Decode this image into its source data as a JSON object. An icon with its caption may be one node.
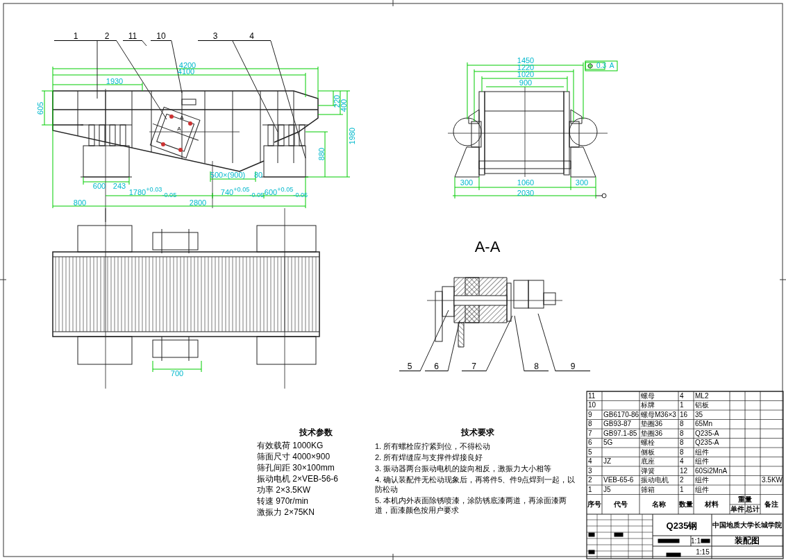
{
  "diagram": {
    "nodes": [
      {
        "text": [
          "1"
        ]
      },
      {
        "text": [
          "2"
        ]
      },
      {
        "text": [
          "11"
        ]
      },
      {
        "text": [
          "10"
        ]
      },
      {
        "text": [
          "3"
        ]
      },
      {
        "text": [
          "4"
        ]
      },
      {
        "text": [
          "5"
        ]
      },
      {
        "text": [
          "6"
        ]
      },
      {
        "text": [
          "7"
        ]
      },
      {
        "text": [
          "8"
        ]
      },
      {
        "text": [
          "9"
        ]
      }
    ],
    "edges": [
      {
        "from": 0,
        "to": null,
        "arrow": "none"
      },
      {
        "from": 1,
        "to": null,
        "arrow": "none"
      },
      {
        "from": 2,
        "to": null,
        "arrow": "none"
      },
      {
        "from": 3,
        "to": null,
        "arrow": "none"
      },
      {
        "from": 4,
        "to": null,
        "arrow": "none"
      },
      {
        "from": 5,
        "to": null,
        "arrow": "none"
      },
      {
        "from": 6,
        "to": null,
        "arrow": "none"
      },
      {
        "from": 7,
        "to": null,
        "arrow": "none"
      },
      {
        "from": 8,
        "to": null,
        "arrow": "none"
      },
      {
        "from": 9,
        "to": null,
        "arrow": "none"
      },
      {
        "from": 10,
        "to": null,
        "arrow": "none"
      }
    ],
    "labels": [
      "A",
      "A",
      "4200",
      "4100",
      "1930",
      "605",
      "220",
      "400",
      "1980",
      "880",
      "500×(900)",
      "80",
      "600",
      "243",
      "1780$^{+0.03}$$_{-0.05}$",
      "740$^{+0.05}$$_{-0.05}$",
      "600$^{+0.05}$$_{-0.05}$",
      "800",
      "2800",
      "1450",
      "1220",
      "1020",
      "900",
      "0.3",
      "A",
      "300",
      "1060",
      "300",
      "2030",
      "700",
      "A-A",
      "技术参数",
      "有效载荷 1000KG",
      "筛面尺寸 4000×900",
      "筛孔间距 30×100mm",
      "振动电机 2×VEB-56-6",
      "功率 2×3.5KW",
      "转速 970r/min",
      "激振力 2×75KN",
      "技术要求",
      "1. 所有螺栓应拧紧到位，不得松动",
      "2. 所有焊缝应与支撑件焊接良好",
      "3. 振动器两台振动电机的旋向相反，激振力大小相等",
      "4. 确认装配件无松动现象后，再将件5、件9点焊到一起，以防松动",
      "5. 本机内外表面除锈喷漆，涂防锈底漆两道，再涂面漆两道，面漆颜色按用户要求",
      "11",
      "螺母",
      "4",
      "ML2",
      "10",
      "标牌",
      "1",
      "铝板",
      "9",
      "GB6170-86",
      "螺母M36×3",
      "16",
      "35",
      "8",
      "GB93-87",
      "垫圈36",
      "8",
      "65Mn",
      "7",
      "GB97.1-85",
      "垫圈36",
      "8",
      "Q235-A",
      "6",
      "5G",
      "螺栓",
      "8",
      "Q235-A",
      "5",
      "侧板",
      "8",
      "组件",
      "4",
      "JZ",
      "底座",
      "4",
      "组件",
      "3",
      "弹簧",
      "12",
      "60Si2MnA",
      "2",
      "VEB-65-6",
      "振动电机",
      "2",
      "组件",
      "3.5KW",
      "1",
      "J5",
      "筛箱",
      "1",
      "组件",
      "序号",
      "代号",
      "名称",
      "数量",
      "材料",
      "单件",
      "总计",
      "重量",
      "备注",
      "Q235钢",
      "中国地质大学长城学院",
      "装配图",
      "1:1",
      "1:15"
    ]
  }
}
